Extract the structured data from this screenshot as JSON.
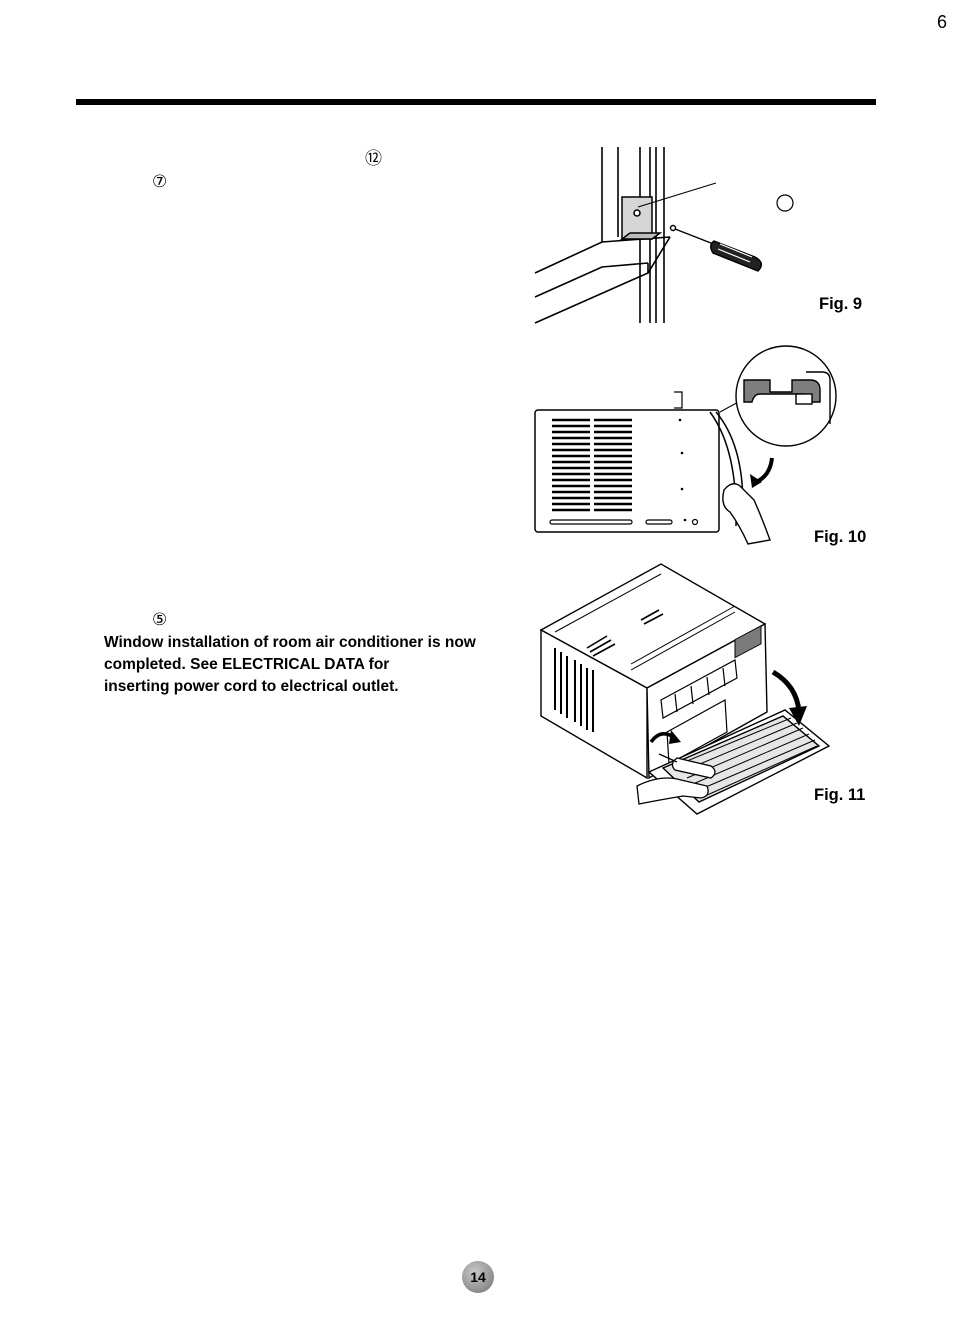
{
  "page": {
    "corner_number": "6",
    "page_badge": "14"
  },
  "callouts": {
    "part_12": "⑫",
    "part_7": "⑦",
    "part_5": "⑤"
  },
  "text": {
    "closing_line_1": "Window installation of room air conditioner is now",
    "closing_line_2": "completed. See ELECTRICAL DATA for",
    "closing_line_3": "inserting power cord to electrical outlet."
  },
  "figures": {
    "fig9_label": "Fig. 9",
    "fig10_label": "Fig. 10",
    "fig11_label": "Fig. 11"
  },
  "icons": [
    "screwdriver-icon",
    "curved-arrow-icon",
    "hand-icon"
  ]
}
